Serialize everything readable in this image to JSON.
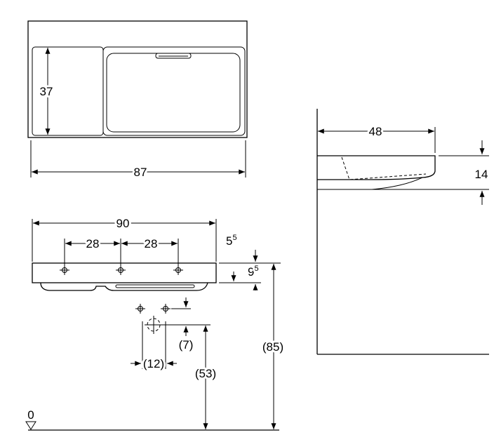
{
  "drawing": {
    "top_view": {
      "depth": "37",
      "width": "87"
    },
    "side_view": {
      "projection": "48",
      "thickness": "14"
    },
    "front_view": {
      "overall_width": "90",
      "tap_spacing_left": "28",
      "tap_spacing_right": "28",
      "tap_hole_top_offset": {
        "base": "5",
        "sup": "5"
      },
      "tap_hole_offset": {
        "base": "9",
        "sup": "5"
      },
      "height_to_rim": "(85)",
      "waste_offset": "(7)",
      "waste_spacing": "(12)",
      "waste_height": "(53)",
      "floor_level": "0"
    }
  }
}
